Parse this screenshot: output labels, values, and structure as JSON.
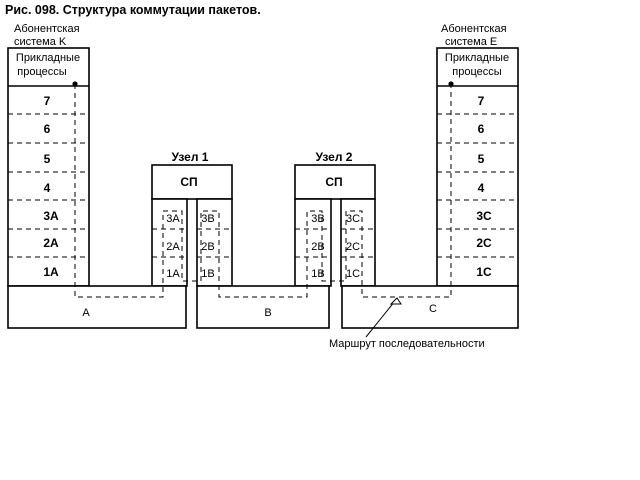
{
  "figure": {
    "title": "Рис. 098.   Структура коммутации пакетов.",
    "route_label": "Маршрут последовательности"
  },
  "systems": {
    "left": {
      "label_line1": "Абонентская",
      "label_line2": "система  K",
      "apps_line1": "Прикладные",
      "apps_line2": "процессы",
      "layers": [
        "7",
        "6",
        "5",
        "4",
        "3A",
        "2A",
        "1A"
      ]
    },
    "right": {
      "label_line1": "Абонентская",
      "label_line2": "система  E",
      "apps_line1": "Прикладные",
      "apps_line2": "процессы",
      "layers": [
        "7",
        "6",
        "5",
        "4",
        "3C",
        "2C",
        "1C"
      ]
    }
  },
  "nodes": {
    "n1": {
      "title": "Узел 1",
      "sp": "СП",
      "left_layers": [
        "3A",
        "2A",
        "1A"
      ],
      "right_layers": [
        "3B",
        "2B",
        "1B"
      ]
    },
    "n2": {
      "title": "Узел 2",
      "sp": "СП",
      "left_layers": [
        "3B",
        "2B",
        "1B"
      ],
      "right_layers": [
        "3C",
        "2C",
        "1C"
      ]
    }
  },
  "networks": {
    "a": "A",
    "b": "B",
    "c": "C"
  }
}
